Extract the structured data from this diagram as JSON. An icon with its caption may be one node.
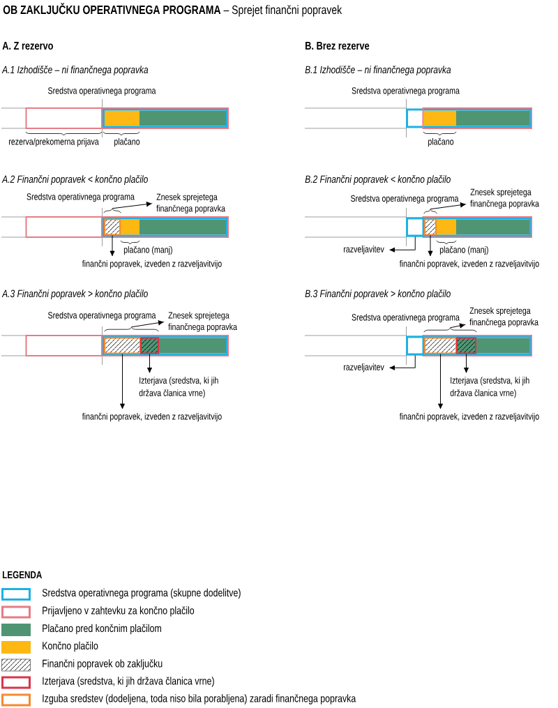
{
  "diagram": {
    "title": "**OB ZAKLJUČKU OPERATIVNEGA PROGRAMA** – Sprejet finančni popravek",
    "nodes": [
      {
        "text": [],
        "shape": "brace"
      },
      {
        "text": [
          "Znesek sprejetega finančnega popravka"
        ]
      },
      {
        "text": [],
        "shape": "box"
      },
      {
        "text": [
          "finančni popravek, izveden z razveljavitvijo"
        ]
      },
      {
        "text": [],
        "shape": "brace"
      },
      {
        "text": [
          "Znesek sprejetega finančnega popravka"
        ]
      },
      {
        "text": [],
        "shape": "box"
      },
      {
        "text": [],
        "shape": "box"
      },
      {
        "text": [
          "Izterjava (sredstva, ki jih država članica vrne)"
        ]
      },
      {
        "text": [
          "finančni popravek, izveden z razveljavitvijo"
        ]
      },
      {
        "text": [],
        "shape": "brace"
      },
      {
        "text": [
          "Znesek sprejetega finančnega popravka"
        ]
      },
      {
        "text": [],
        "shape": "box"
      },
      {
        "text": [
          "razveljavitev"
        ]
      },
      {
        "text": [],
        "shape": "box"
      },
      {
        "text": [
          "finančni popravek, izveden z razveljavitvijo"
        ]
      },
      {
        "text": [],
        "shape": "brace"
      },
      {
        "text": [
          "Znesek sprejetega finančnega popravka"
        ]
      },
      {
        "text": [],
        "shape": "box"
      },
      {
        "text": [
          "razveljavitev"
        ]
      },
      {
        "text": [],
        "shape": "box"
      },
      {
        "text": [],
        "shape": "box"
      },
      {
        "text": [
          "Izterjava (sredstva, ki jih država članica vrne)"
        ]
      },
      {
        "text": [
          "finančni popravek, izveden z razveljavitvijo"
        ]
      }
    ],
    "edges": [
      {
        "from": 0,
        "to": 1,
        "arrow": "to"
      },
      {
        "from": 2,
        "to": 3,
        "arrow": "to"
      },
      {
        "from": 4,
        "to": 5,
        "arrow": "to"
      },
      {
        "from": 6,
        "to": 9,
        "arrow": "to"
      },
      {
        "from": 7,
        "to": 8,
        "arrow": "to"
      },
      {
        "from": 10,
        "to": 11,
        "arrow": "to"
      },
      {
        "from": 12,
        "to": 13,
        "arrow": "to"
      },
      {
        "from": 14,
        "to": 15,
        "arrow": "to"
      },
      {
        "from": 16,
        "to": 17,
        "arrow": "to"
      },
      {
        "from": 18,
        "to": 19,
        "arrow": "to"
      },
      {
        "from": 20,
        "to": 23,
        "arrow": "to"
      },
      {
        "from": 21,
        "to": 22,
        "arrow": "to"
      }
    ],
    "labels": [
      "A. Z rezervo",
      "A.1 Izhodišče – ni finančnega popravka",
      "Sredstva operativnega programa",
      "rezerva/prekomerna prijava",
      "plačano",
      "A.2 Finančni popravek < končno plačilo",
      "Sredstva operativnega programa",
      "plačano (manj)",
      "A.3 Finančni popravek > končno plačilo",
      "Sredstva operativnega programa",
      "B. Brez rezerve",
      "B.1 Izhodišče – ni finančnega popravka",
      "Sredstva operativnega programa",
      "plačano",
      "B.2 Finančni popravek < končno plačilo",
      "Sredstva operativnega programa",
      "plačano (manj)",
      "B.3 Finančni popravek > končno plačilo",
      "Sredstva operativnega programa",
      "LEGENDA"
    ],
    "legend": [
      {
        "text": "Sredstva operativnega programa (skupne dodelitve)",
        "color": "#1EB1E3"
      },
      {
        "text": "Prijavljeno v zahtevku za končno plačilo",
        "color": "#E57C85"
      },
      {
        "text": "Plačano pred končnim plačilom",
        "color": "#4F9574"
      },
      {
        "text": "Končno plačilo",
        "color": "#FDB813"
      },
      {
        "text": "Finančni popravek ob zaključku"
      },
      {
        "text": "Izterjava (sredstva, ki jih država članica vrne)",
        "color": "#D93448"
      },
      {
        "text": "Izguba sredstev (dodeljena, toda niso bila porabljena) zaradi finančnega popravka",
        "color": "#F58A2F"
      }
    ]
  }
}
